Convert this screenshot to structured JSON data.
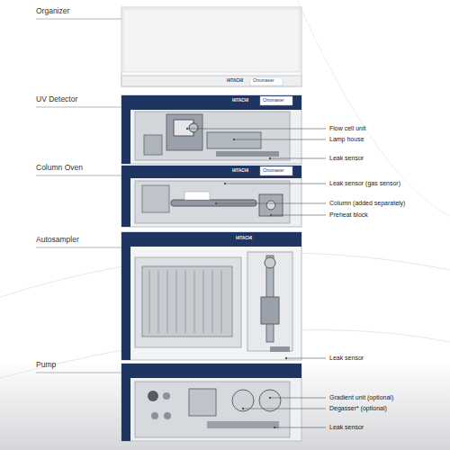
{
  "diagram": {
    "labels": [
      "Organizer",
      "HITACHI",
      "Chromaster",
      "UV Detector",
      "HITACHI",
      "Chromaster",
      "Flow cell unit",
      "Lamp house",
      "Leak sensor",
      "Column Oven",
      "HITACHI",
      "Chromaster",
      "Leak sensor (gas sensor)",
      "Column (added separately)",
      "Preheat block",
      "Autosampler",
      "HITACHI",
      "Leak sensor",
      "Pump",
      "Gradient unit (optional)",
      "Degasser* (optional)",
      "Leak sensor"
    ]
  }
}
